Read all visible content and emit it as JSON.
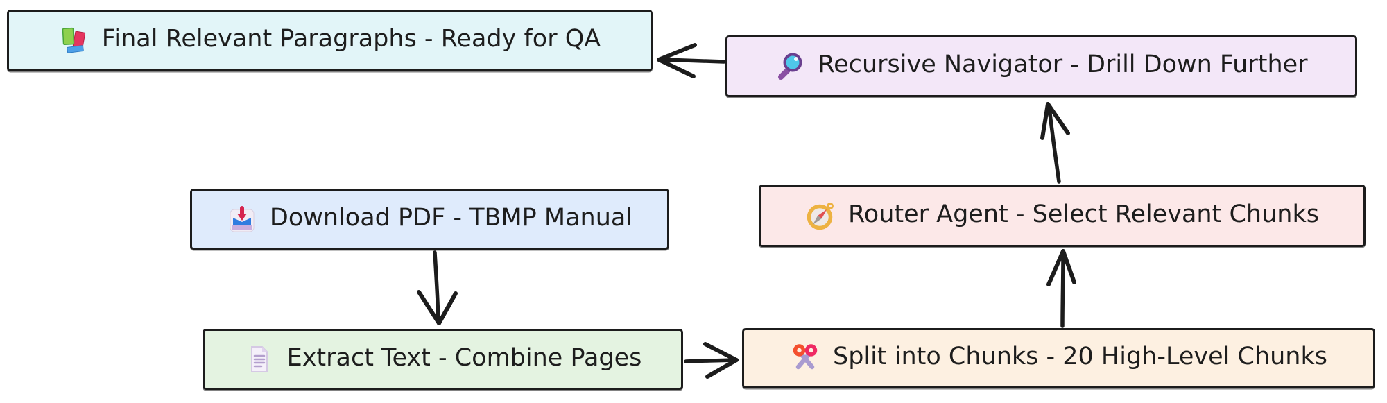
{
  "diagram": {
    "background_color": "#ffffff",
    "stroke_color": "#1c1c1c",
    "text_color": "#1d1d1d",
    "nodes": [
      {
        "id": "final_paragraphs",
        "label": "Final Relevant Paragraphs - Ready for QA",
        "icon": "books-icon",
        "bg_color": "#e2f5f8"
      },
      {
        "id": "recursive_navigator",
        "label": "Recursive Navigator - Drill Down Further",
        "icon": "magnifying-glass-icon",
        "bg_color": "#f3e7f8"
      },
      {
        "id": "download_pdf",
        "label": "Download PDF - TBMP Manual",
        "icon": "inbox-download-icon",
        "bg_color": "#dfebfc"
      },
      {
        "id": "router_agent",
        "label": "Router Agent - Select Relevant Chunks",
        "icon": "compass-icon",
        "bg_color": "#fce8e8"
      },
      {
        "id": "extract_text",
        "label": "Extract Text - Combine Pages",
        "icon": "page-icon",
        "bg_color": "#e4f3e1"
      },
      {
        "id": "split_chunks",
        "label": "Split into Chunks - 20 High-Level Chunks",
        "icon": "scissors-icon",
        "bg_color": "#fdf0e1"
      }
    ],
    "edges": [
      {
        "from": "download_pdf",
        "to": "extract_text",
        "direction": "down"
      },
      {
        "from": "extract_text",
        "to": "split_chunks",
        "direction": "right"
      },
      {
        "from": "split_chunks",
        "to": "router_agent",
        "direction": "up"
      },
      {
        "from": "router_agent",
        "to": "recursive_navigator",
        "direction": "up"
      },
      {
        "from": "recursive_navigator",
        "to": "final_paragraphs",
        "direction": "left"
      }
    ]
  }
}
